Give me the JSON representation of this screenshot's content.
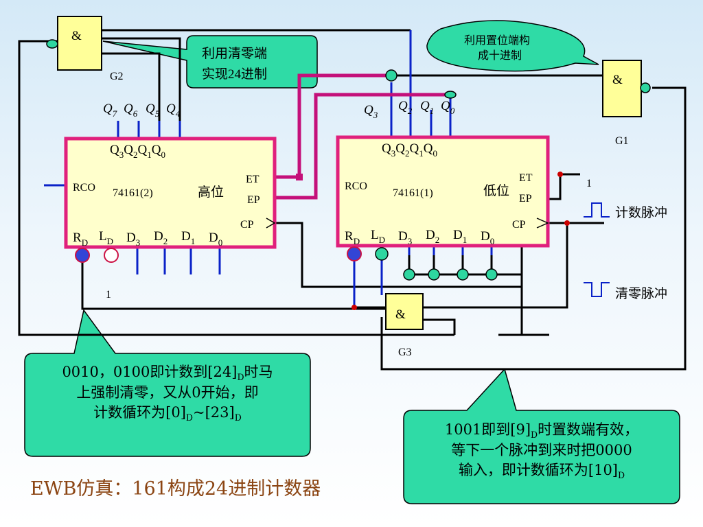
{
  "chips": {
    "high": {
      "part": "74161(2)",
      "role": "高位"
    },
    "low": {
      "part": "74161(1)",
      "role": "低位"
    }
  },
  "pins": {
    "rco": "RCO",
    "et": "ET",
    "ep": "EP",
    "cp": "CP",
    "q3": "Q",
    "q3s": "3",
    "q2": "Q",
    "q2s": "2",
    "q1": "Q",
    "q1s": "1",
    "q0": "Q",
    "q0s": "0",
    "r": "R",
    "rs": "D",
    "l": "L",
    "ls": "D",
    "d3": "D",
    "d3s": "3",
    "d2": "D",
    "d2s": "2",
    "d1": "D",
    "d1s": "1",
    "d0": "D",
    "d0s": "0"
  },
  "gates": {
    "g1": {
      "symbol": "&",
      "name": "G1"
    },
    "g2": {
      "symbol": "&",
      "name": "G2"
    },
    "g3": {
      "symbol": "&",
      "name": "G3"
    }
  },
  "outputs_high": {
    "q7": "7",
    "q6": "6",
    "q5": "5",
    "q4": "4",
    "q": "Q"
  },
  "outputs_low": {
    "q3": "3",
    "q2": "2",
    "q1": "1",
    "q0": "0",
    "q": "Q"
  },
  "constants": {
    "one_low_et": "1",
    "one_high_ld": "1"
  },
  "signals": {
    "count_pulse": "计数脉冲",
    "clear_pulse": "清零脉冲"
  },
  "callouts": {
    "clear": {
      "line1": "利用清零端",
      "line2": "实现24进制"
    },
    "preset": {
      "line1": "利用置位端构",
      "line2": "成十进制"
    },
    "note_left": {
      "l1a": "0010，0100即计数到[24]",
      "l1sub": "D",
      "l1b": "时马",
      "l2": "上强制清零，又从0开始，即",
      "l3a": "计数循环为[0]",
      "l3sub1": "D",
      "l3b": "~[23]",
      "l3sub2": "D"
    },
    "note_right": {
      "l1a": "1001即到[9]",
      "l1sub": "D",
      "l1b": "时置数端有效，",
      "l2": "等下一个脉冲到来时把0000",
      "l3a": "输入，即计数循环为[10]",
      "l3sub": "D"
    }
  },
  "caption": "EWB仿真：161构成24进制计数器"
}
